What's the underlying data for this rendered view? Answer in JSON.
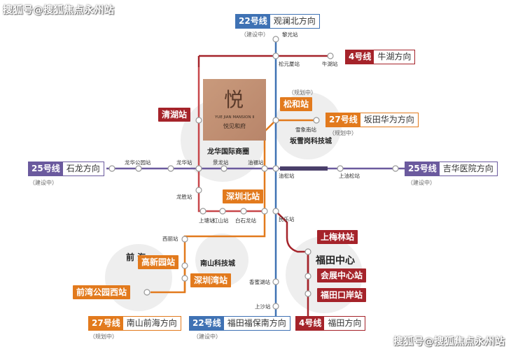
{
  "watermark": {
    "top_left": "搜狐号@搜狐焦点永州站",
    "bottom_right": "搜狐号@搜狐焦点永州站"
  },
  "colors": {
    "line22": "#3f72b4",
    "line4": "#a5232a",
    "line25": "#6b5a9e",
    "line27": "#e27a1d",
    "loop": "#c8474b"
  },
  "badges": {
    "l22_north": {
      "num": "22号线",
      "dir": "观澜北方向",
      "note": "（建设中）"
    },
    "l4_north": {
      "num": "4号线",
      "dir": "牛湖方向"
    },
    "l27_east": {
      "num": "27号线",
      "dir": "坂田华为方向",
      "note": "（规划中）"
    },
    "l25_west": {
      "num": "25号线",
      "dir": "石龙方向",
      "note": "（建设中）"
    },
    "l25_east": {
      "num": "25号线",
      "dir": "吉华医院方向",
      "note": "（建设中）"
    },
    "l27_south": {
      "num": "27号线",
      "dir": "南山前海方向",
      "note": "（规划中）"
    },
    "l22_south": {
      "num": "22号线",
      "dir": "福田福保南方向",
      "note": "（建设中）"
    },
    "l4_south": {
      "num": "4号线",
      "dir": "福田方向"
    }
  },
  "tags": {
    "qinghu": "清湖站",
    "songhe": "松和站",
    "songhe_note": "（规划中）",
    "shenzhen_north": "深圳北站",
    "gaoxinyuan": "高新园站",
    "shenzhenwan": "深圳湾站",
    "qianwan_park_west": "前湾公园西站",
    "shangmeilin": "上梅林站",
    "convention_center": "会展中心站",
    "futian_port": "福田口岸站"
  },
  "stations": {
    "liguang": "黎光站",
    "songyuansha": "松元厦站",
    "niuhu": "牛湖站",
    "xuexiangnan": "雪象南站",
    "longhua_park": "龙华公园站",
    "longhua": "龙华站",
    "jinglong": "景龙站",
    "youfu": "油福站",
    "yousong": "油松站",
    "shangyousong": "上油松站",
    "longsheng": "龙胜站",
    "shangtang": "上塘站",
    "hongshan": "红山站",
    "baishilong": "白石龙站",
    "minle": "民乐站",
    "xili": "西丽站",
    "xiangmihu": "香蜜湖站",
    "shangsha": "上沙站"
  },
  "areas": {
    "longhua_cbd": "龙华国际商圈",
    "bantian": "坂雪岗科技城",
    "nanshan_tech": "南山科技城",
    "qianhai": "前 海",
    "futian_center": "福田中心"
  },
  "logo": {
    "glyph": "悦",
    "en": "YUE JIAN MANSION Ⅱ",
    "cn": "悦见和府"
  }
}
